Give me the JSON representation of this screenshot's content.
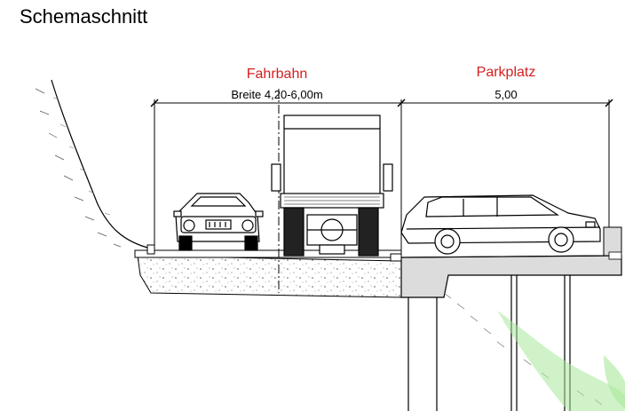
{
  "title": "Schemaschnitt",
  "sections": [
    {
      "label": "Fahrbahn",
      "dimension": "Breite 4,20-6,00m"
    },
    {
      "label": "Parkplatz",
      "dimension": "5,00"
    }
  ],
  "colors": {
    "label": "#d42020",
    "vegetation": "#a8e89a",
    "concrete": "#dcdcdc",
    "ground": "#f2f2f2"
  }
}
